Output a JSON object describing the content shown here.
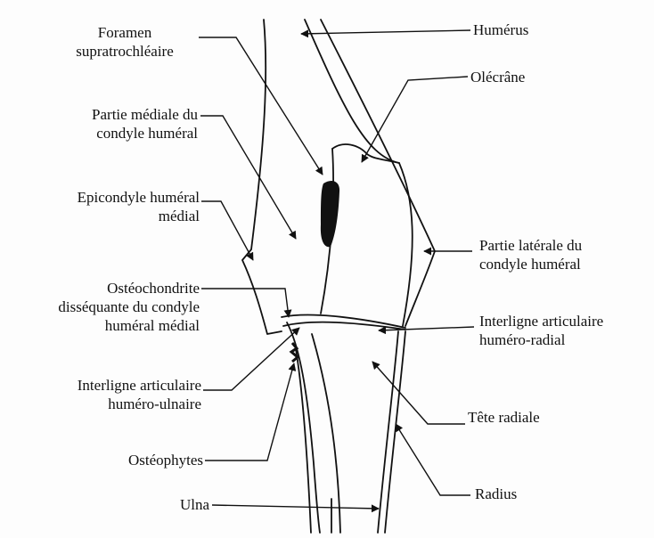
{
  "labels": {
    "humerus": "Humérus",
    "foramen_line1": "Foramen",
    "foramen_line2": "supratrochléaire",
    "olecrane": "Olécrâne",
    "partie_mediale_line1": "Partie médiale du",
    "partie_mediale_line2": "condyle huméral",
    "epicondyle_line1": "Epicondyle huméral",
    "epicondyle_line2": "médial",
    "partie_laterale_line1": "Partie latérale du",
    "partie_laterale_line2": "condyle huméral",
    "osteochondrite_line1": "Ostéochondrite",
    "osteochondrite_line2": "disséquante du condyle",
    "osteochondrite_line3": "huméral médial",
    "interligne_hr_line1": "Interligne articulaire",
    "interligne_hr_line2": "huméro-radial",
    "interligne_hu_line1": "Interligne articulaire",
    "interligne_hu_line2": "huméro-ulnaire",
    "tete_radiale": "Tête radiale",
    "osteophytes": "Ostéophytes",
    "radius": "Radius",
    "ulna": "Ulna"
  },
  "colors": {
    "ink": "#111111",
    "background": "#fdfdfd"
  }
}
